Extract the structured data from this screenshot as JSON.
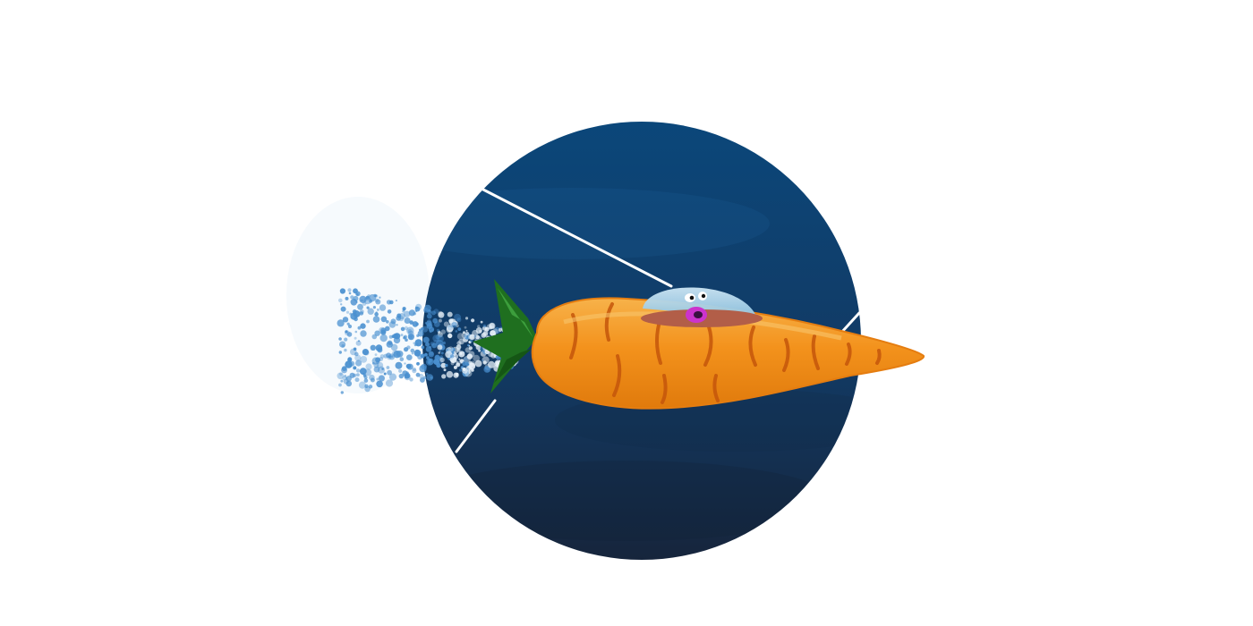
{
  "illustration": {
    "subject": "carrot-rocket-with-alien-pilot",
    "colors": {
      "background": "#ffffff",
      "space_top": "#0b477a",
      "space_bottom": "#15263f",
      "carrot": "#f08a12",
      "carrot_light": "#f7a93a",
      "carrot_stripe": "#c8570a",
      "leaves": "#1f7a1f",
      "leaves_light": "#45a845",
      "dome": "#a8d2ea",
      "dome_rim": "#b0604a",
      "alien_mouth": "#cc33cc",
      "exhaust": "#4a90d0",
      "light_beam": "#ffffff"
    },
    "icons": [
      "space-disc",
      "light-beam",
      "exhaust-trail",
      "carrot-body",
      "carrot-leaves",
      "alien-dome",
      "alien-eyes",
      "alien-mouth"
    ]
  }
}
